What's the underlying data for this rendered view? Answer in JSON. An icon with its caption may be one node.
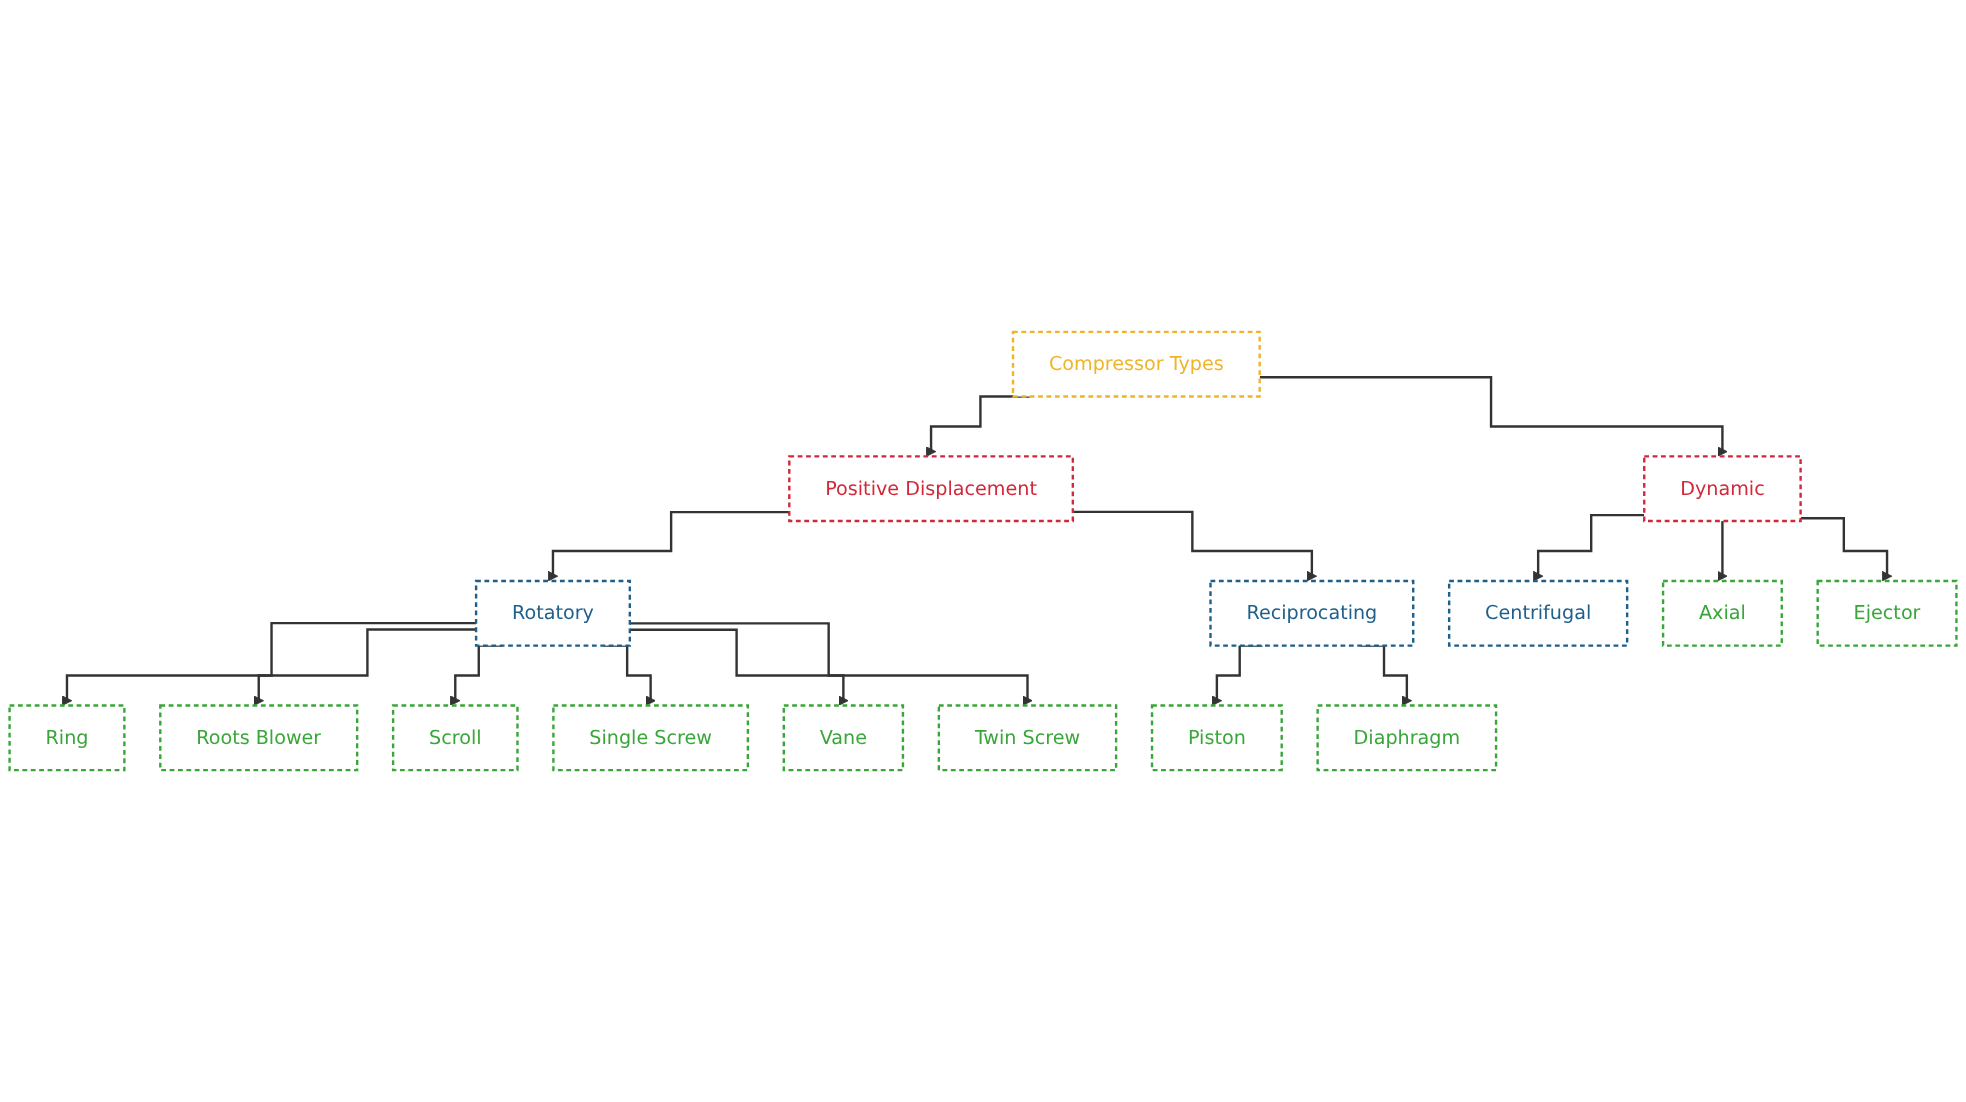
{
  "diagram": {
    "nodes": [
      {
        "text": [
          "Compressor Types"
        ]
      },
      {
        "text": [
          "Positive Displacement"
        ]
      },
      {
        "text": [
          "Dynamic"
        ]
      },
      {
        "text": [
          "Rotatory"
        ]
      },
      {
        "text": [
          "Reciprocating"
        ]
      },
      {
        "text": [
          "Centrifugal"
        ]
      },
      {
        "text": [
          "Ring"
        ]
      },
      {
        "text": [
          "Roots Blower"
        ]
      },
      {
        "text": [
          "Scroll"
        ]
      },
      {
        "text": [
          "Single Screw"
        ]
      },
      {
        "text": [
          "Vane"
        ]
      },
      {
        "text": [
          "Twin Screw"
        ]
      },
      {
        "text": [
          "Piston"
        ]
      },
      {
        "text": [
          "Diaphragm"
        ]
      },
      {
        "text": [
          "Axial"
        ]
      },
      {
        "text": [
          "Ejector"
        ]
      }
    ],
    "edges": [
      {
        "from": 0,
        "to": 1,
        "arrow": "to"
      },
      {
        "from": 0,
        "to": 2,
        "arrow": "to"
      },
      {
        "from": 1,
        "to": 3,
        "arrow": "to"
      },
      {
        "from": 1,
        "to": 4,
        "arrow": "to"
      },
      {
        "from": 3,
        "to": 6,
        "arrow": "to"
      },
      {
        "from": 3,
        "to": 7,
        "arrow": "to"
      },
      {
        "from": 3,
        "to": 8,
        "arrow": "to"
      },
      {
        "from": 3,
        "to": 9,
        "arrow": "to"
      },
      {
        "from": 3,
        "to": 10,
        "arrow": "to"
      },
      {
        "from": 3,
        "to": 11,
        "arrow": "to"
      },
      {
        "from": 4,
        "to": 12,
        "arrow": "to"
      },
      {
        "from": 4,
        "to": 13,
        "arrow": "to"
      },
      {
        "from": 2,
        "to": 5,
        "arrow": "to"
      },
      {
        "from": 2,
        "to": 14,
        "arrow": "to"
      },
      {
        "from": 2,
        "to": 15,
        "arrow": "to"
      }
    ]
  }
}
